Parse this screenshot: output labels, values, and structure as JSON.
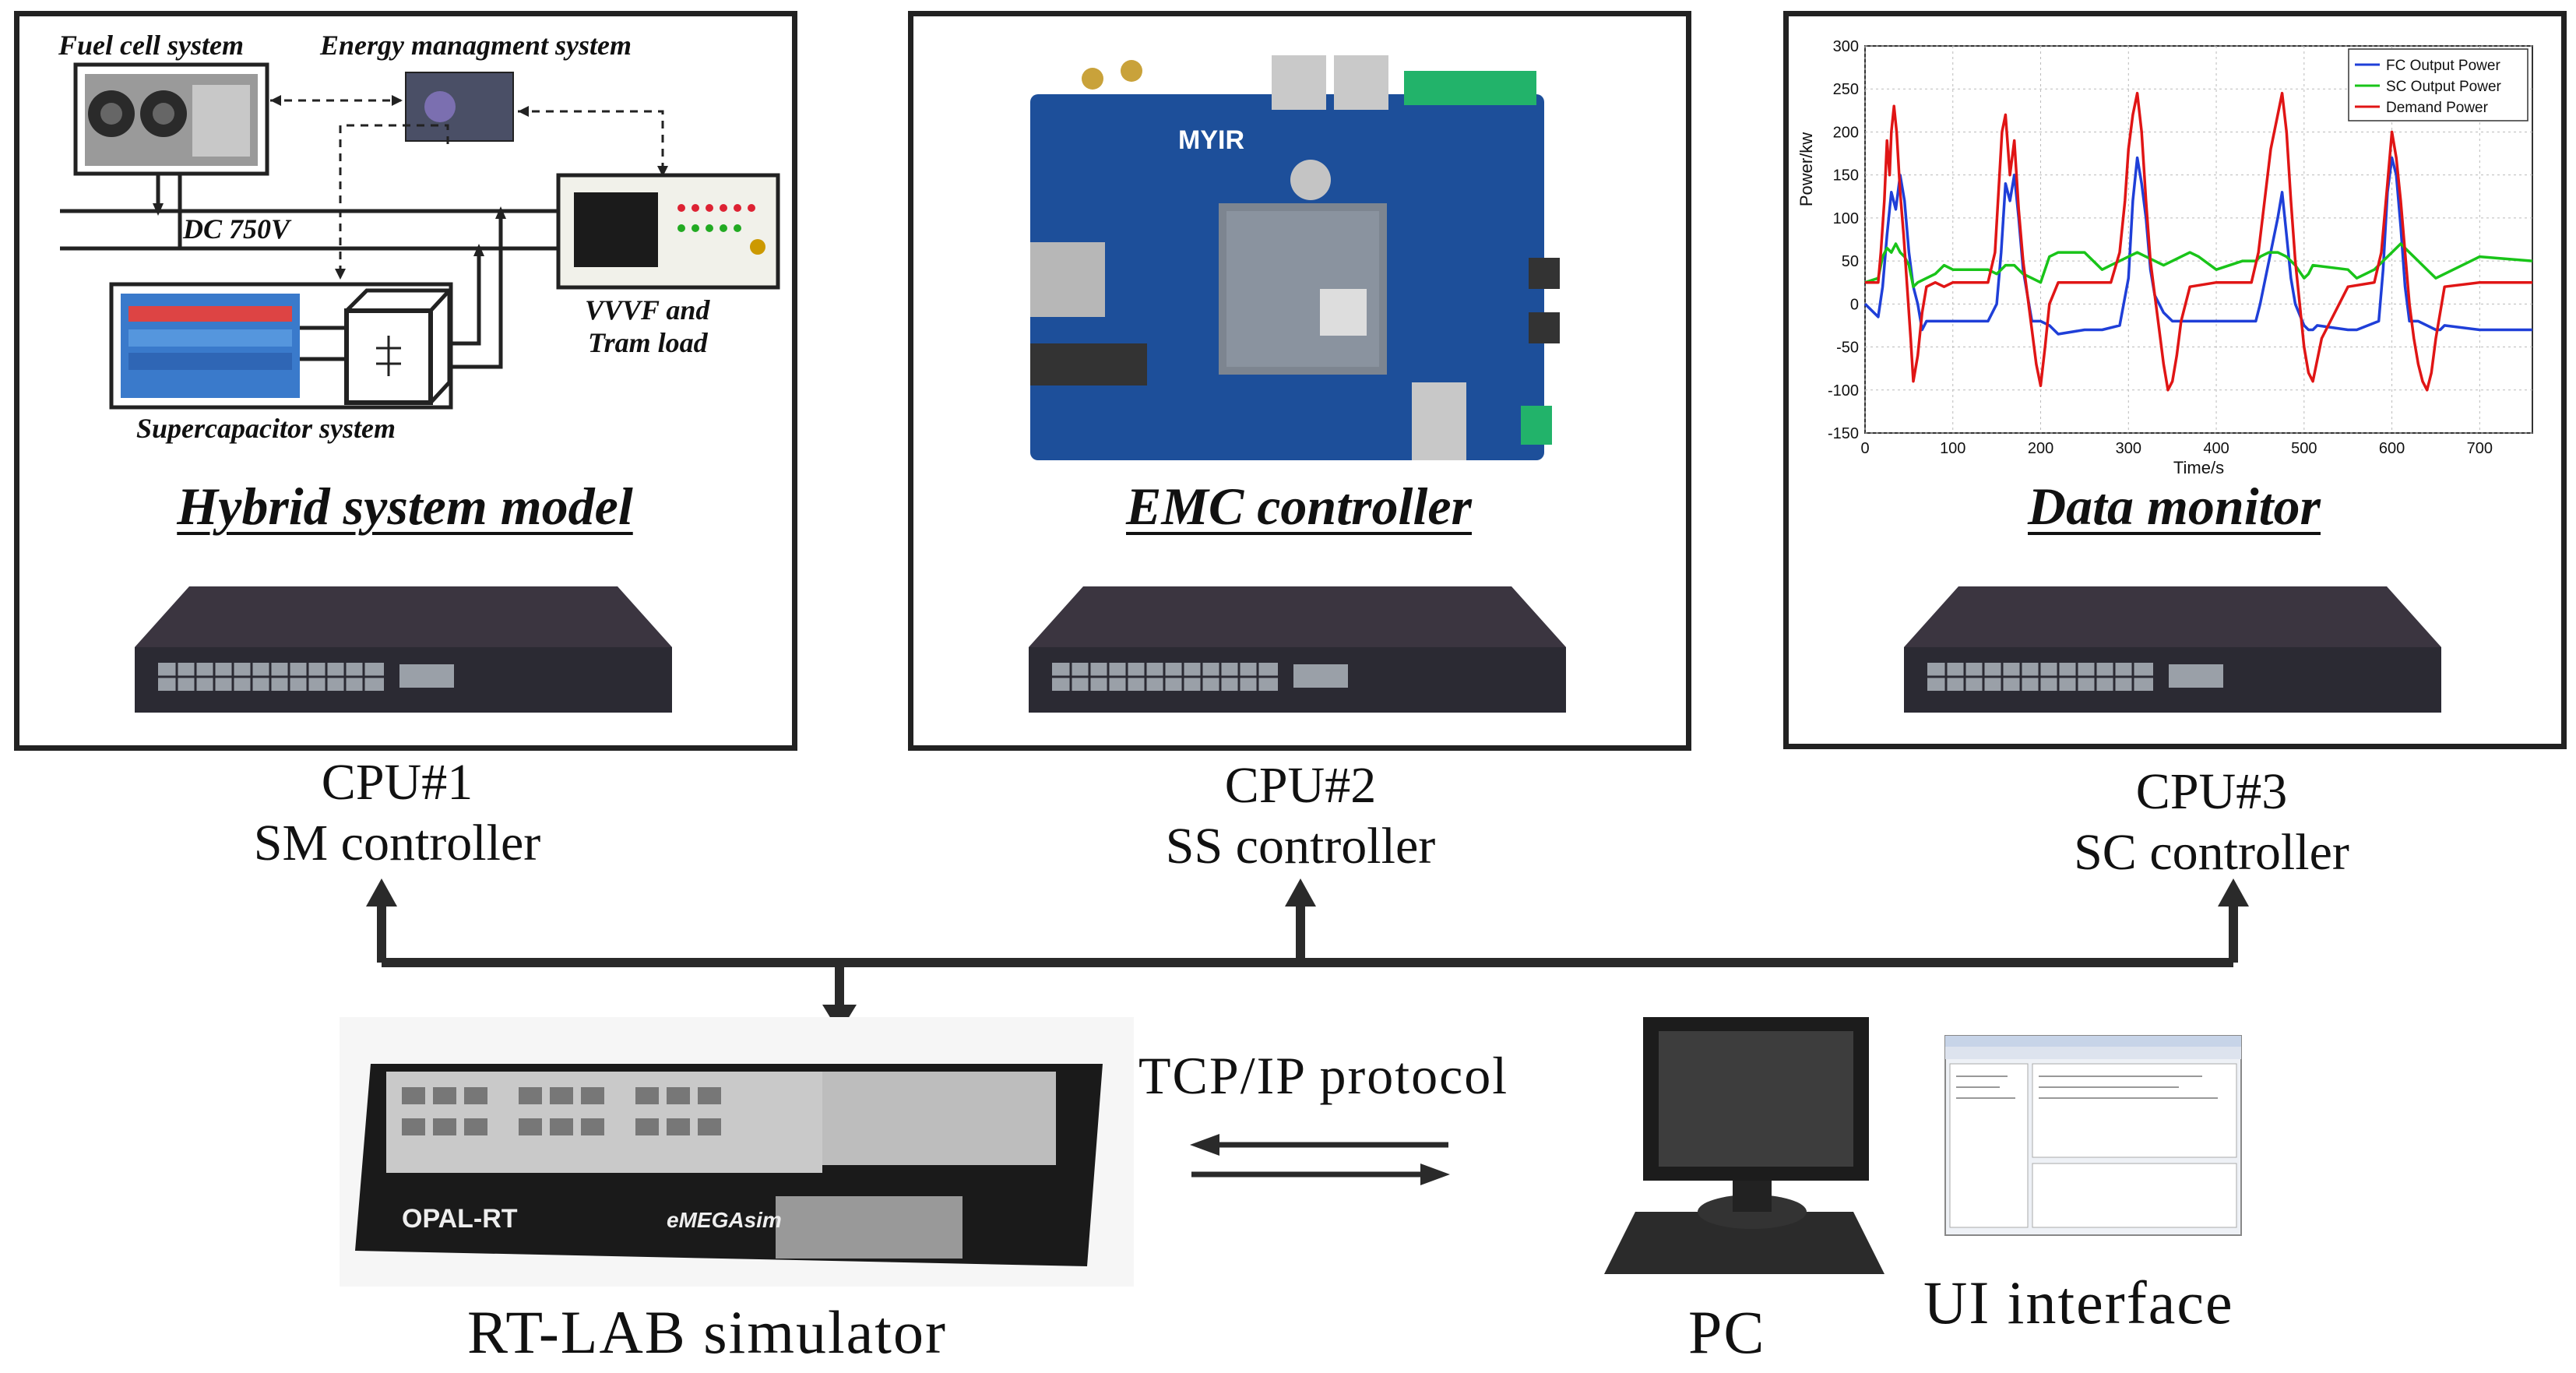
{
  "panels": {
    "hybrid": {
      "heading": "Hybrid system model",
      "labels": {
        "fuel_cell": "Fuel cell system",
        "ems": "Energy managment system",
        "dc": "DC 750V",
        "vvvf_line1": "VVVF and",
        "vvvf_line2": "Tram load",
        "supercap": "Supercapacitor system"
      }
    },
    "emc": {
      "heading": "EMC controller",
      "board_brand": "MYIR"
    },
    "monitor": {
      "heading": "Data monitor"
    }
  },
  "cpus": [
    {
      "line1": "CPU#1",
      "line2": "SM controller"
    },
    {
      "line1": "CPU#2",
      "line2": "SS controller"
    },
    {
      "line1": "CPU#3",
      "line2": "SC controller"
    }
  ],
  "bottom": {
    "simulator_label": "RT-LAB  simulator",
    "protocol_label": "TCP/IP  protocol",
    "pc_label": "PC",
    "ui_label": "UI  interface",
    "simulator_brand": "OPAL-RT",
    "simulator_model": "eMEGAsim"
  },
  "colors": {
    "fc": "#1f3fd8",
    "sc": "#19c419",
    "demand": "#e01515",
    "frame": "#222222",
    "arrow": "#2a2a2a"
  },
  "chart_data": {
    "type": "line",
    "xlabel": "Time/s",
    "ylabel": "Power/kw",
    "xlim": [
      0,
      760
    ],
    "ylim": [
      -150,
      300
    ],
    "xticks": [
      0,
      100,
      200,
      300,
      400,
      500,
      600,
      700
    ],
    "yticks": [
      300,
      250,
      200,
      150,
      100,
      50,
      0,
      -50,
      -100,
      -150
    ],
    "grid": true,
    "legend_position": "top-right",
    "series": [
      {
        "name": "FC Output Power",
        "color": "#1f3fd8",
        "x": [
          0,
          15,
          20,
          25,
          30,
          35,
          40,
          45,
          50,
          55,
          60,
          65,
          70,
          90,
          100,
          140,
          150,
          155,
          160,
          165,
          170,
          175,
          180,
          185,
          190,
          200,
          210,
          220,
          250,
          270,
          290,
          300,
          305,
          310,
          315,
          320,
          325,
          330,
          340,
          350,
          370,
          400,
          430,
          445,
          450,
          460,
          470,
          475,
          480,
          485,
          490,
          500,
          505,
          510,
          515,
          550,
          560,
          585,
          590,
          595,
          600,
          605,
          610,
          615,
          620,
          630,
          640,
          650,
          655,
          660,
          700,
          760
        ],
        "y": [
          0,
          -15,
          20,
          80,
          130,
          110,
          150,
          120,
          60,
          20,
          0,
          -30,
          -20,
          -20,
          -20,
          -20,
          0,
          60,
          140,
          120,
          150,
          100,
          40,
          10,
          -20,
          -20,
          -25,
          -35,
          -30,
          -30,
          -25,
          30,
          120,
          170,
          140,
          100,
          40,
          10,
          -10,
          -20,
          -20,
          -20,
          -20,
          -20,
          0,
          50,
          100,
          130,
          80,
          30,
          0,
          -25,
          -30,
          -30,
          -25,
          -30,
          -30,
          -20,
          40,
          130,
          170,
          150,
          90,
          20,
          -20,
          -20,
          -25,
          -30,
          -30,
          -25,
          -30,
          -30
        ]
      },
      {
        "name": "SC Output Power",
        "color": "#19c419",
        "x": [
          0,
          15,
          20,
          25,
          30,
          35,
          40,
          45,
          50,
          55,
          60,
          70,
          80,
          90,
          100,
          140,
          150,
          155,
          160,
          170,
          175,
          180,
          190,
          200,
          210,
          220,
          250,
          270,
          280,
          290,
          300,
          310,
          320,
          330,
          340,
          350,
          360,
          370,
          380,
          400,
          430,
          445,
          450,
          460,
          470,
          480,
          490,
          500,
          505,
          510,
          550,
          560,
          580,
          590,
          600,
          610,
          620,
          630,
          640,
          650,
          700,
          760
        ],
        "y": [
          25,
          30,
          55,
          65,
          60,
          70,
          60,
          55,
          45,
          20,
          25,
          30,
          35,
          45,
          40,
          40,
          35,
          40,
          45,
          45,
          40,
          35,
          30,
          25,
          55,
          60,
          60,
          40,
          45,
          50,
          55,
          60,
          55,
          50,
          45,
          50,
          55,
          60,
          55,
          40,
          50,
          50,
          55,
          60,
          60,
          55,
          45,
          30,
          35,
          45,
          40,
          30,
          40,
          50,
          60,
          70,
          60,
          50,
          40,
          30,
          55,
          50
        ]
      },
      {
        "name": "Demand Power",
        "color": "#e01515",
        "x": [
          0,
          15,
          18,
          22,
          25,
          28,
          30,
          33,
          36,
          40,
          44,
          48,
          52,
          55,
          60,
          65,
          70,
          80,
          90,
          100,
          140,
          148,
          152,
          156,
          160,
          165,
          170,
          175,
          180,
          185,
          190,
          195,
          200,
          205,
          210,
          220,
          250,
          280,
          290,
          296,
          300,
          305,
          310,
          315,
          320,
          325,
          330,
          335,
          340,
          345,
          350,
          355,
          360,
          370,
          400,
          440,
          448,
          455,
          462,
          470,
          475,
          480,
          485,
          490,
          495,
          500,
          505,
          510,
          520,
          550,
          580,
          588,
          595,
          600,
          605,
          610,
          615,
          620,
          625,
          630,
          635,
          640,
          645,
          650,
          660,
          700,
          760
        ],
        "y": [
          25,
          25,
          60,
          120,
          190,
          150,
          200,
          230,
          200,
          130,
          80,
          20,
          -40,
          -90,
          -60,
          -10,
          20,
          25,
          20,
          25,
          25,
          60,
          130,
          200,
          220,
          150,
          190,
          110,
          50,
          10,
          -30,
          -70,
          -95,
          -50,
          0,
          25,
          25,
          25,
          60,
          120,
          180,
          220,
          245,
          200,
          120,
          50,
          10,
          -30,
          -70,
          -100,
          -90,
          -60,
          -20,
          20,
          25,
          25,
          60,
          120,
          180,
          220,
          245,
          200,
          120,
          50,
          0,
          -50,
          -80,
          -90,
          -40,
          20,
          25,
          60,
          140,
          200,
          170,
          120,
          60,
          0,
          -40,
          -70,
          -90,
          -100,
          -80,
          -40,
          20,
          25,
          25
        ]
      }
    ]
  }
}
